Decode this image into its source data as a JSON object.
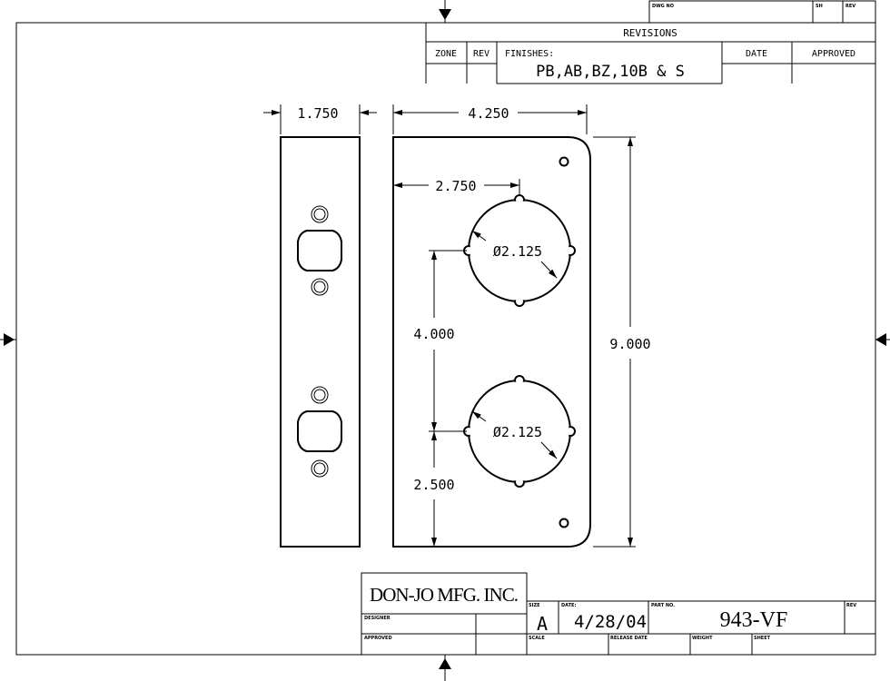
{
  "top_block": {
    "dwg_no_label": "DWG NO",
    "sh_label": "SH",
    "rev_label": "REV"
  },
  "revisions": {
    "title": "REVISIONS",
    "headers": {
      "zone": "ZONE",
      "rev": "REV",
      "finishes": "FINISHES:",
      "date": "DATE",
      "approved": "APPROVED"
    },
    "finishes_value": "PB,AB,BZ,10B & S"
  },
  "dimensions": {
    "side_width": "1.750",
    "plate_width": "4.250",
    "hole_offset": "2.750",
    "hole_diameter_top": "Ø2.125",
    "hole_diameter_bottom": "Ø2.125",
    "hole_spacing": "4.000",
    "plate_height": "9.000",
    "bottom_offset": "2.500"
  },
  "title_block": {
    "company": "DON-JO MFG. INC.",
    "designer_label": "DESIGNER",
    "approved_label": "APPROVED",
    "size_label": "SIZE",
    "size_value": "A",
    "date_label": "DATE:",
    "date_value": "4/28/04",
    "part_no_label": "PART NO.",
    "part_no_value": "943-VF",
    "rev_label": "REV",
    "scale_label": "SCALE",
    "release_date_label": "RELEASE DATE",
    "weight_label": "WEIGHT",
    "sheet_label": "SHEET"
  }
}
